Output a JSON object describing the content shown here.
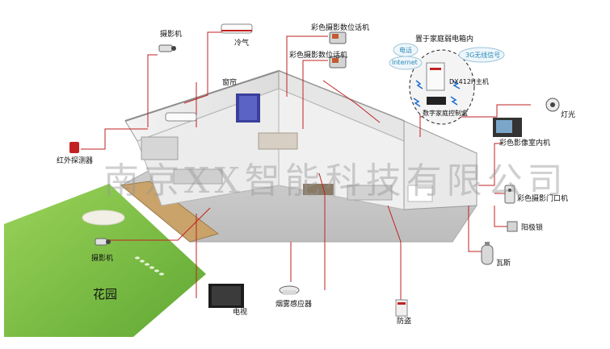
{
  "diagram": {
    "watermark": "南京XX智能科技有限公司",
    "garden": "花园",
    "hub": {
      "title": "置于家庭弱电箱内",
      "phone": "电话",
      "internet": "Internet",
      "wireless": "3G无线信号",
      "host": "DX412H主机",
      "controller": "数字家庭控制盒"
    },
    "devices": {
      "camera_top": "摄影机",
      "ac": "冷气",
      "curtain": "窗帘",
      "color_phone_1": "彩色摄影数位话机",
      "color_phone_2": "彩色摄影数位话机",
      "light": "灯光",
      "indoor_unit": "彩色影像室内机",
      "ir_detector": "红外探测器",
      "door_phone": "彩色摄影门口机",
      "lock": "阳极锁",
      "gas": "瓦斯",
      "camera_garden": "摄影机",
      "tv": "电视",
      "smoke": "烟雾感应器",
      "anti_theft": "防盗"
    },
    "colors": {
      "wire": "#c22222",
      "lawn": "#7ec24a",
      "floor": "#e3e3e3",
      "wall": "#f2f2f2"
    }
  }
}
